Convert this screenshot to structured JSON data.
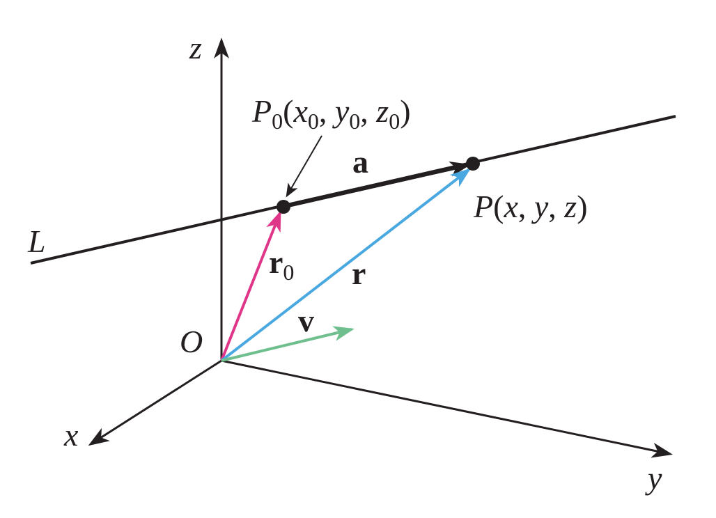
{
  "labels": {
    "z_axis": "z",
    "x_axis": "x",
    "y_axis": "y",
    "origin": "O",
    "line": "L",
    "vector_a": "a",
    "vector_r": "r",
    "vector_v": "v",
    "vector_r0": "r",
    "vector_r0_sub": "0",
    "point_p0": {
      "name": "P",
      "name_sub": "0",
      "open": "(",
      "x": "x",
      "x_sub": "0",
      "comma1": ", ",
      "y": "y",
      "y_sub": "0",
      "comma2": ", ",
      "z": "z",
      "z_sub": "0",
      "close": ")"
    },
    "point_p": {
      "name": "P",
      "open": "(",
      "x": "x",
      "comma1": ", ",
      "y": "y",
      "comma2": ", ",
      "z": "z",
      "close": ")"
    }
  },
  "colors": {
    "axis": "#231f20",
    "r0": "#e0368a",
    "r": "#4aa8e0",
    "v": "#6fbf8e",
    "line": "#231f20"
  }
}
